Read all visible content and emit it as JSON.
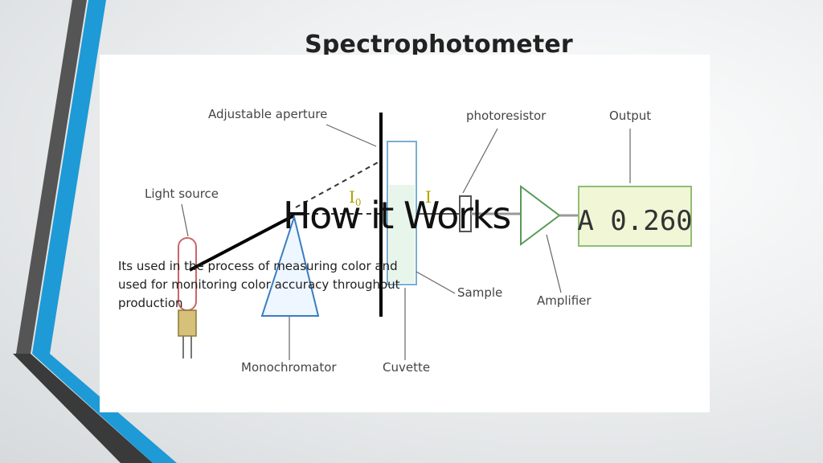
{
  "slide": {
    "title": "Spectrophotometer",
    "headline": "How it Works",
    "body": "Its used in the process of measuring color and used for monitoring color accuracy throughout production"
  },
  "diagram": {
    "labels": {
      "adjustable_aperture": "Adjustable aperture",
      "photoresistor": "photoresistor",
      "output": "Output",
      "light_source": "Light source",
      "sample": "Sample",
      "amplifier": "Amplifier",
      "monochromator": "Monochromator",
      "cuvette": "Cuvette",
      "i0": "I",
      "i0_sub": "0",
      "i": "I"
    },
    "display_reading": "A 0.260"
  },
  "colors": {
    "accent_blue": "#1e9ad6",
    "dark_stripe": "#3a3a3a",
    "display_bg": "#f1f6d6",
    "display_border": "#8fbf76",
    "cuvette_border": "#7aaed3",
    "beam_label": "#b3a100"
  }
}
